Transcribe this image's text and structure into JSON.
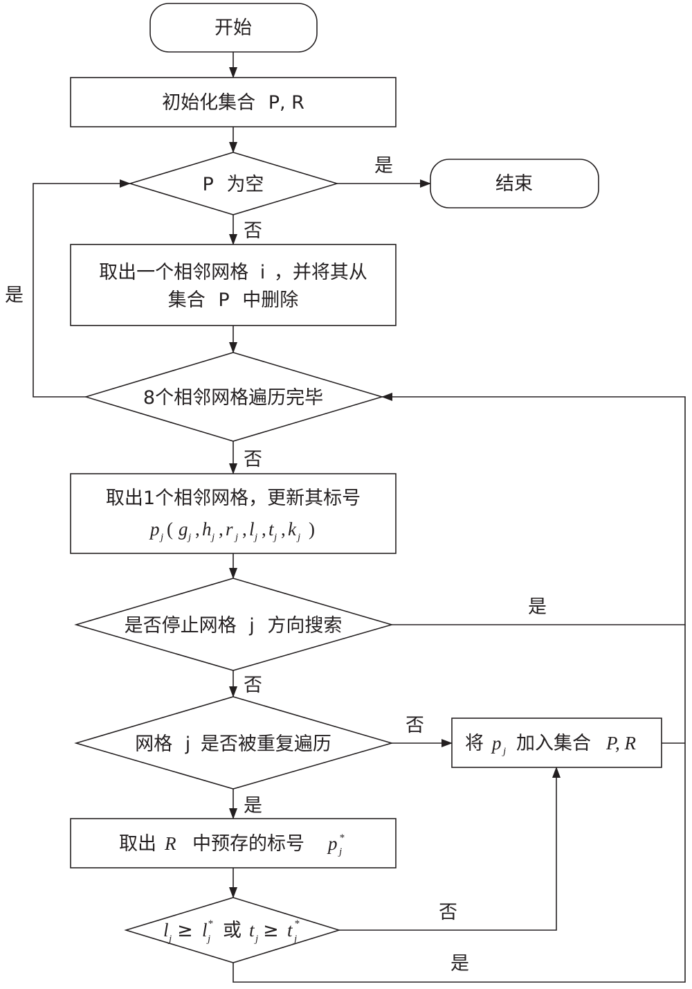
{
  "start": "开始",
  "init": {
    "text": "初始化集合",
    "vars": "P, R"
  },
  "cond_p_empty": {
    "var": "P",
    "text": "为空"
  },
  "end": "结束",
  "take_neighbor": {
    "line1_pre": "取出一个相邻网格",
    "line1_var": "i",
    "line1_post": "，并将其从",
    "line2_pre": "集合",
    "line2_var": "P",
    "line2_post": "中删除"
  },
  "cond_traversed": "8个相邻网格遍历完毕",
  "update_label": {
    "line1": "取出1个相邻网格，更新其标号",
    "p": "p",
    "j": "j",
    "open": "(",
    "close": ")",
    "comma": ",",
    "args": [
      "g",
      "h",
      "r",
      "l",
      "t",
      "k"
    ]
  },
  "cond_stop": {
    "pre": "是否停止网格",
    "var": "j",
    "post": "方向搜索"
  },
  "cond_repeat": {
    "pre": "网格",
    "var": "j",
    "post": "是否被重复遍历"
  },
  "add_to_set": {
    "pre": "将",
    "p": "p",
    "j": "j",
    "mid": "加入集合",
    "vars": "P, R"
  },
  "take_r": {
    "pre": "取出",
    "var": "R",
    "post": "中预存的标号",
    "p": "p",
    "j": "j",
    "star": "*"
  },
  "cond_compare": {
    "l": "l",
    "t": "t",
    "j": "j",
    "star": "*",
    "ge": "≥",
    "or": "或"
  },
  "labels": {
    "yes": "是",
    "no": "否"
  }
}
